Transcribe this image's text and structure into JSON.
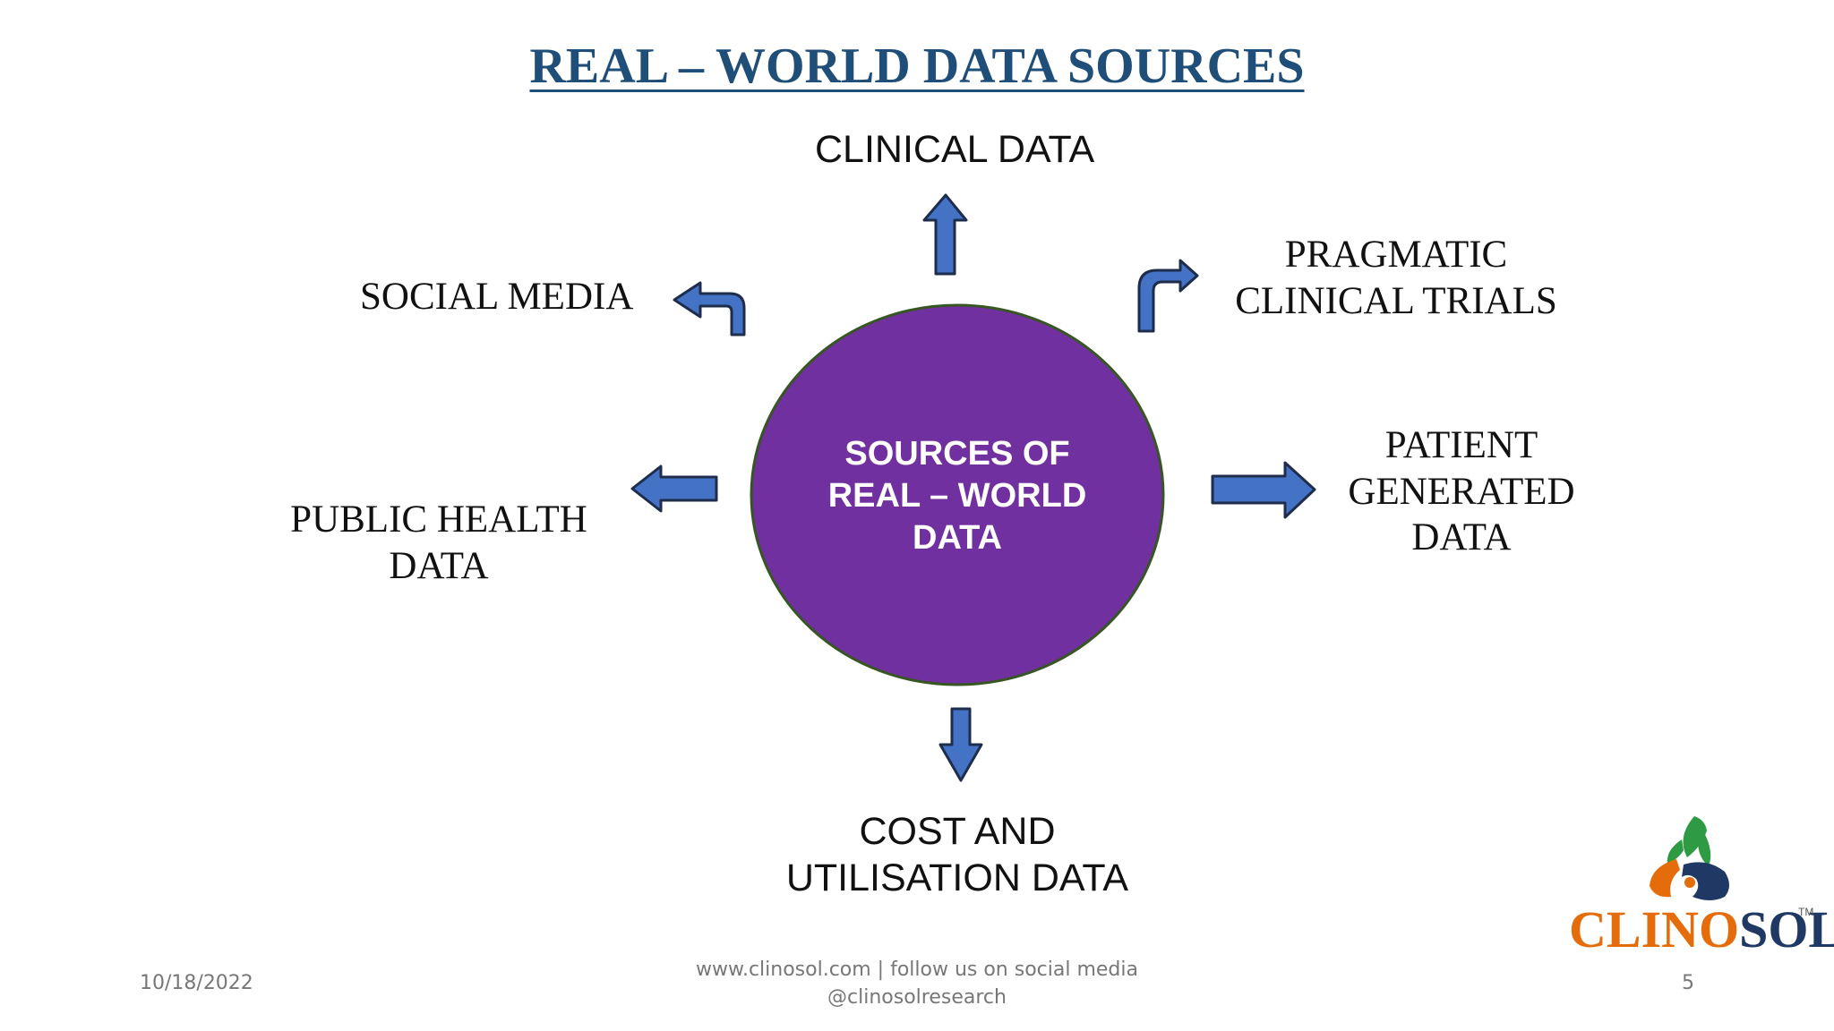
{
  "title": "REAL – WORLD DATA SOURCES",
  "center": {
    "line1": "SOURCES OF",
    "line2": "REAL – WORLD",
    "line3": "DATA"
  },
  "sources": {
    "clinical": "CLINICAL DATA",
    "social_media": "SOCIAL MEDIA",
    "pragmatic": {
      "line1": "PRAGMATIC",
      "line2": "CLINICAL TRIALS"
    },
    "public_health": {
      "line1": "PUBLIC HEALTH",
      "line2": "DATA"
    },
    "patient_generated": {
      "line1": "PATIENT",
      "line2": "GENERATED",
      "line3": "DATA"
    },
    "cost": {
      "line1": "COST AND",
      "line2": "UTILISATION DATA"
    }
  },
  "footer": {
    "date": "10/18/2022",
    "website_line1": "www.clinosol.com | follow us on social media",
    "website_line2": "@clinosolresearch",
    "page_number": "5"
  },
  "logo": {
    "text_part1": "CLINO",
    "text_part2": "SOL",
    "trademark": "TM"
  },
  "colors": {
    "title": "#1f4e79",
    "circle_fill": "#7030a0",
    "circle_border": "#375623",
    "arrow_fill": "#4472c4",
    "arrow_border": "#1f2d4d",
    "logo_orange": "#e46c0a",
    "logo_navy": "#1f3864",
    "logo_green": "#2e9a44"
  }
}
